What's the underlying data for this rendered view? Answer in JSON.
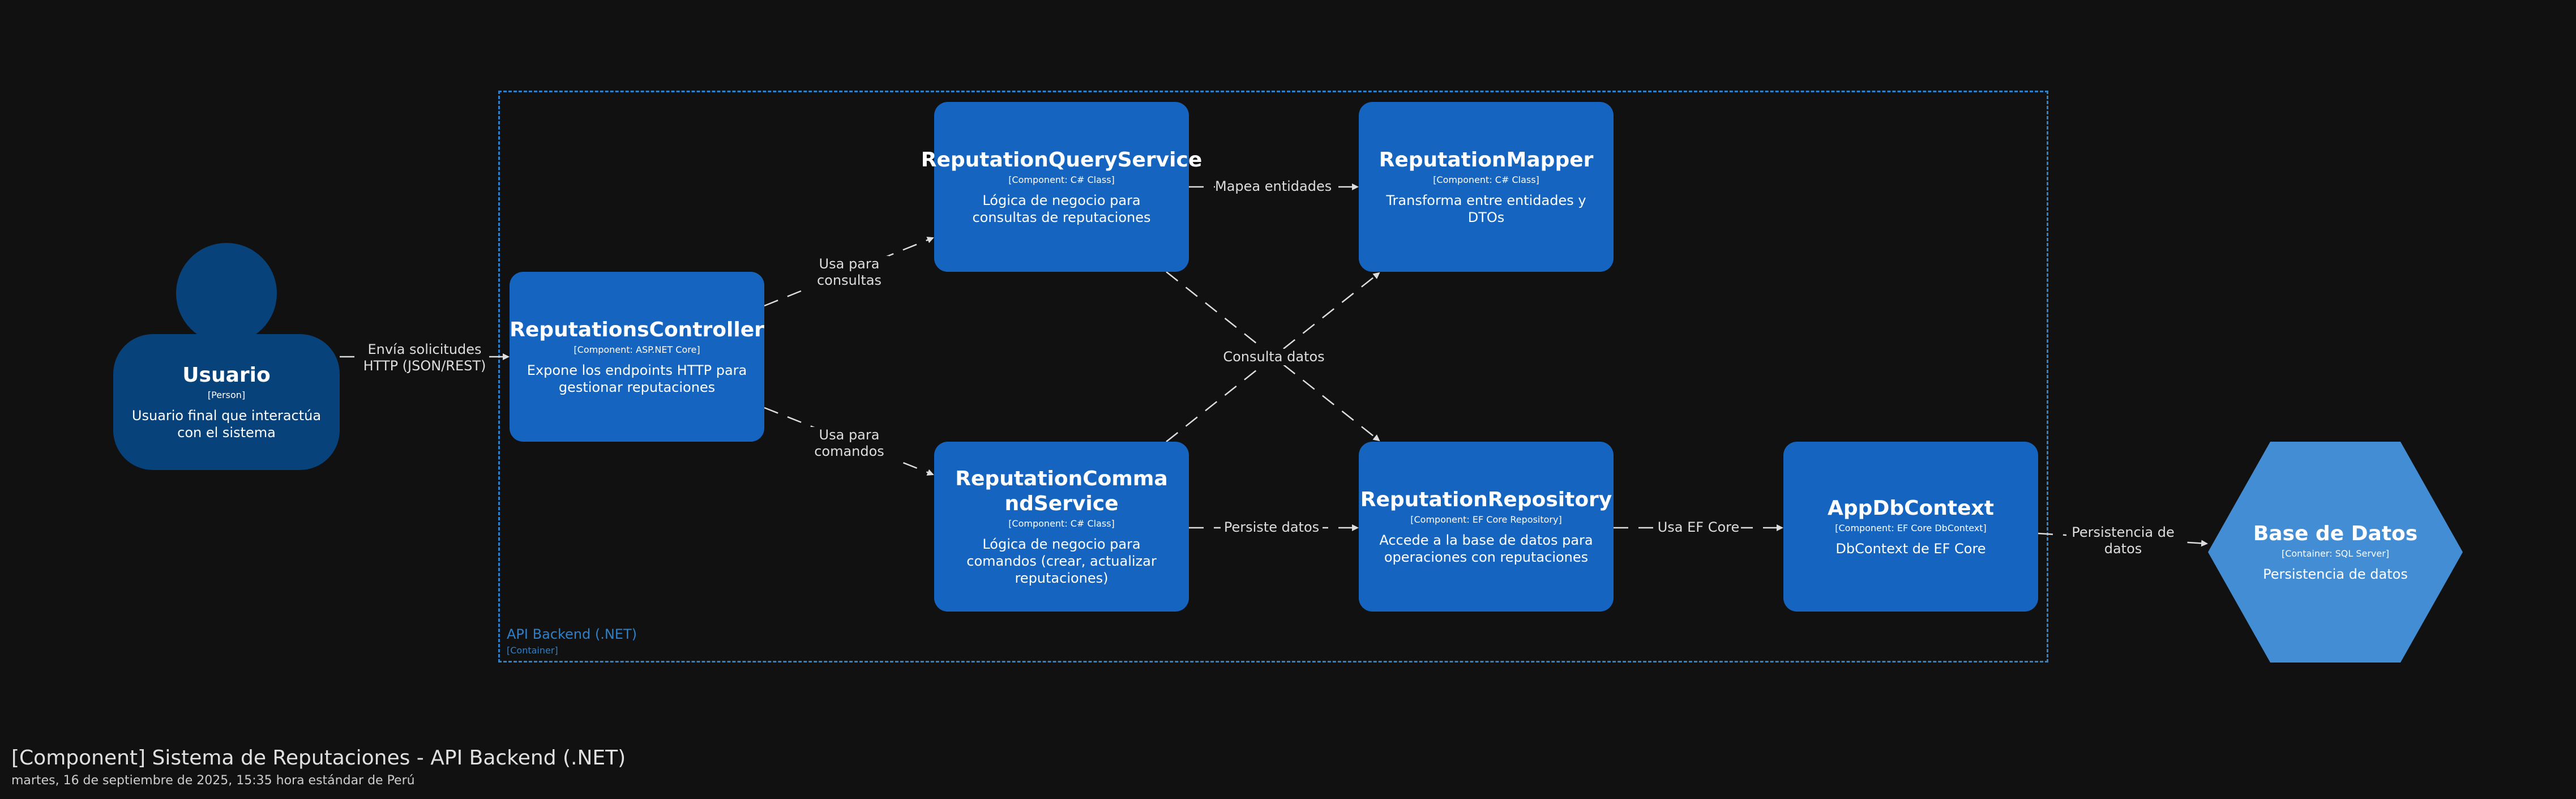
{
  "diagram": {
    "boundary": {
      "name": "API Backend (.NET)",
      "technology": "[Container]"
    },
    "person": {
      "name": "Usuario",
      "type": "[Person]",
      "description": "Usuario final que interactúa con el sistema"
    },
    "components": {
      "controller": {
        "name": "ReputationsController",
        "type": "[Component: ASP.NET Core]",
        "description": "Expone los endpoints HTTP para gestionar reputaciones"
      },
      "query_service": {
        "name": "ReputationQueryService",
        "type": "[Component: C# Class]",
        "description": "Lógica de negocio para consultas de reputaciones"
      },
      "command_service": {
        "name": "ReputationCommandService",
        "type": "[Component: C# Class]",
        "description": "Lógica de negocio para comandos (crear, actualizar reputaciones)"
      },
      "mapper": {
        "name": "ReputationMapper",
        "type": "[Component: C# Class]",
        "description": "Transforma entre entidades y DTOs"
      },
      "repository": {
        "name": "ReputationRepository",
        "type": "[Component: EF Core Repository]",
        "description": "Accede a la base de datos para operaciones con reputaciones"
      },
      "db_context": {
        "name": "AppDbContext",
        "type": "[Component: EF Core DbContext]",
        "description": "DbContext de EF Core"
      }
    },
    "database": {
      "name": "Base de Datos",
      "type": "[Container: SQL Server]",
      "description": "Persistencia de datos"
    },
    "relations": {
      "user_to_controller": "Envía solicitudes HTTP (JSON/REST)",
      "controller_to_query": "Usa para consultas",
      "controller_to_command": "Usa para comandos",
      "query_to_mapper": "Mapea entidades",
      "cross_consulta": "Consulta datos",
      "command_to_repository": "Persiste datos",
      "repository_to_dbcontext": "Usa EF Core",
      "dbcontext_to_database": "Persistencia de datos"
    },
    "colors": {
      "background": "#111111",
      "component": "#1565c0",
      "person": "#08427b",
      "database": "#438dd5",
      "boundary": "#2f7fc9",
      "edge": "#dddddd"
    }
  },
  "footer": {
    "title": "[Component] Sistema de Reputaciones - API Backend (.NET)",
    "timestamp": "martes, 16 de septiembre de 2025, 15:35 hora estándar de Perú"
  }
}
